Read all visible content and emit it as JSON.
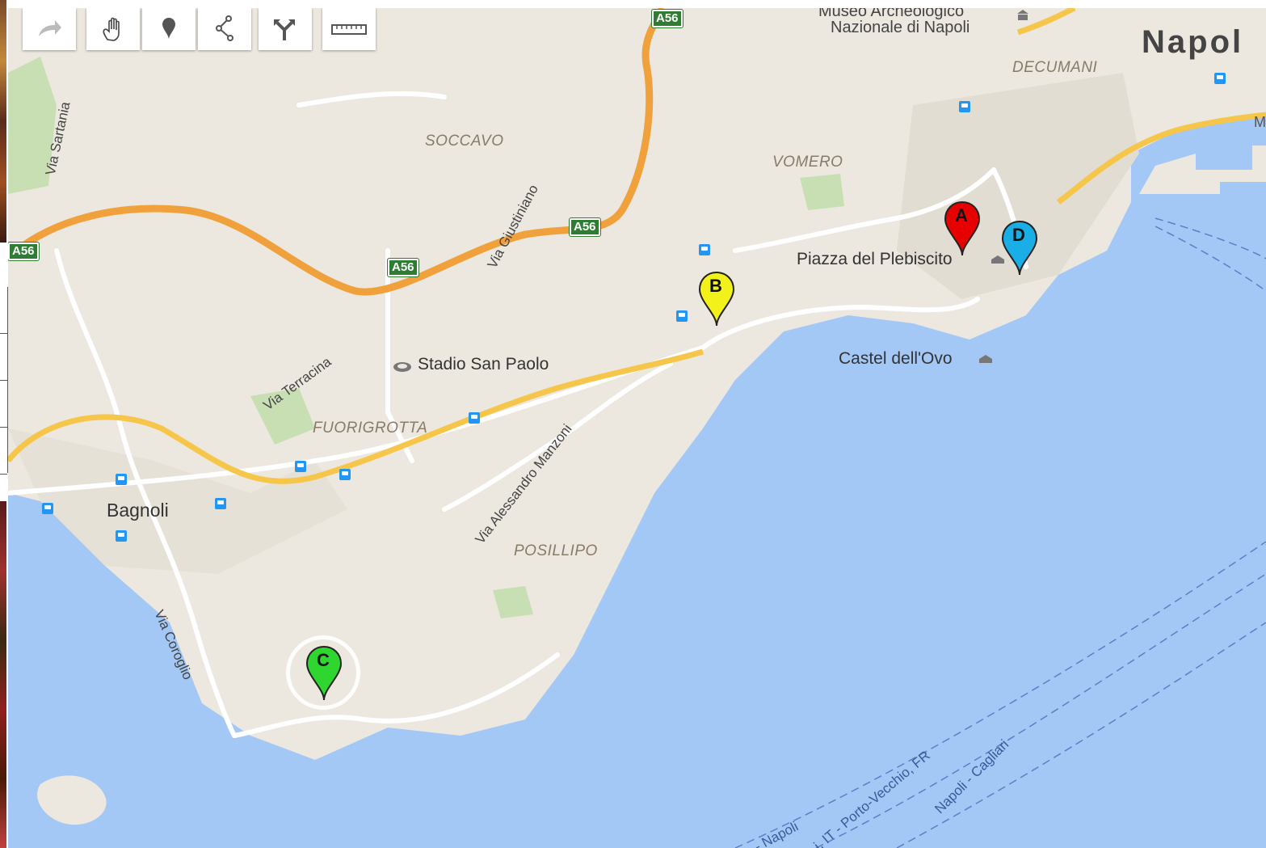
{
  "toolbar": {
    "tools": [
      {
        "name": "redo",
        "icon": "redo-arrow-icon"
      },
      {
        "name": "pan",
        "icon": "hand-icon"
      },
      {
        "name": "marker",
        "icon": "marker-icon"
      },
      {
        "name": "draw-line",
        "icon": "line-icon"
      },
      {
        "name": "directions",
        "icon": "directions-icon"
      },
      {
        "name": "measure",
        "icon": "ruler-icon"
      }
    ]
  },
  "map": {
    "city_label": "Napol",
    "places": {
      "museo": "Museo Archeologico",
      "museo2": "Nazionale di Napoli",
      "plebiscito": "Piazza del Plebiscito",
      "castel": "Castel dell'Ovo",
      "stadio": "Stadio San Paolo",
      "bagnoli": "Bagnoli"
    },
    "districts": {
      "soccavo": "SOCCAVO",
      "vomero": "VOMERO",
      "decumani": "DECUMANI",
      "fuorigrotta": "FUORIGROTTA",
      "posillipo": "POSILLIPO"
    },
    "streets": {
      "sartania": "Via Sartania",
      "giustiniano": "Via Giustiniano",
      "terracina": "Via Terracina",
      "manzoni": "Via Alessandro Manzoni",
      "coroglio": "Via Coroglio"
    },
    "highway": "A56",
    "ferries": {
      "f1": "i, IT - Porto-Vecchio, FR",
      "f2": "Napoli - Cagliari",
      "f3": "- Napoli"
    },
    "edge_m": "M"
  },
  "markers": [
    {
      "label": "A",
      "color": "#e60000"
    },
    {
      "label": "B",
      "color": "#f2f21a"
    },
    {
      "label": "C",
      "color": "#2fd62f"
    },
    {
      "label": "D",
      "color": "#1aaee6"
    }
  ]
}
